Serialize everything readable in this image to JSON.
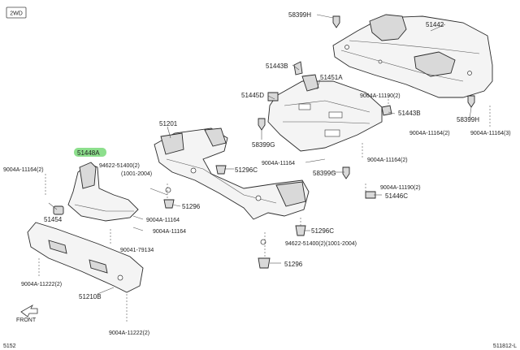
{
  "header": {
    "badge": "2WD"
  },
  "footer": {
    "left_code": "5152",
    "right_code": "511812-L"
  },
  "front_indicator": {
    "label": "FRONT",
    "icon": "arrow-front-icon"
  },
  "highlight_color": "#8ddf8d",
  "labels": {
    "p58399H_top": "58399H",
    "p51442": "51442",
    "p51443B_top": "51443B",
    "p51451A": "51451A",
    "p51445D": "51445D",
    "p9004A11190_top": "9004A-11190(2)",
    "p51443B_right": "51443B",
    "p58399H_right": "58399H",
    "p9004A11164_rt1": "9004A-11164(2)",
    "p9004A11164_rt2": "9004A-11164(3)",
    "p51201": "51201",
    "p58399G_left": "58399G",
    "p9004A11164_mid": "9004A-11164",
    "p58399G_mid": "58399G",
    "p9004A11164_mid2": "9004A-11164(2)",
    "p51448A": "51448A",
    "p94622_top": "94622-51400(2)",
    "p1001_2004_top": "(1001-2004)",
    "p51296C_top": "51296C",
    "p9004A11164_left": "9004A-11164(2)",
    "p9004A11190_mid": "9004A-11190(2)",
    "p51446C": "51446C",
    "p51296_top": "51296",
    "p51454": "51454",
    "p9004A11164_a": "9004A-11164",
    "p9004A11164_b": "9004A-11164",
    "p51296C_mid": "51296C",
    "p94622_mid": "94622-51400(2)(1001-2004)",
    "p90041_79134": "90041-79134",
    "p51296_bottom": "51296",
    "p9004A11222_left": "9004A-11222(2)",
    "p51210B": "51210B",
    "p9004A11222_bottom": "9004A-11222(2)"
  }
}
